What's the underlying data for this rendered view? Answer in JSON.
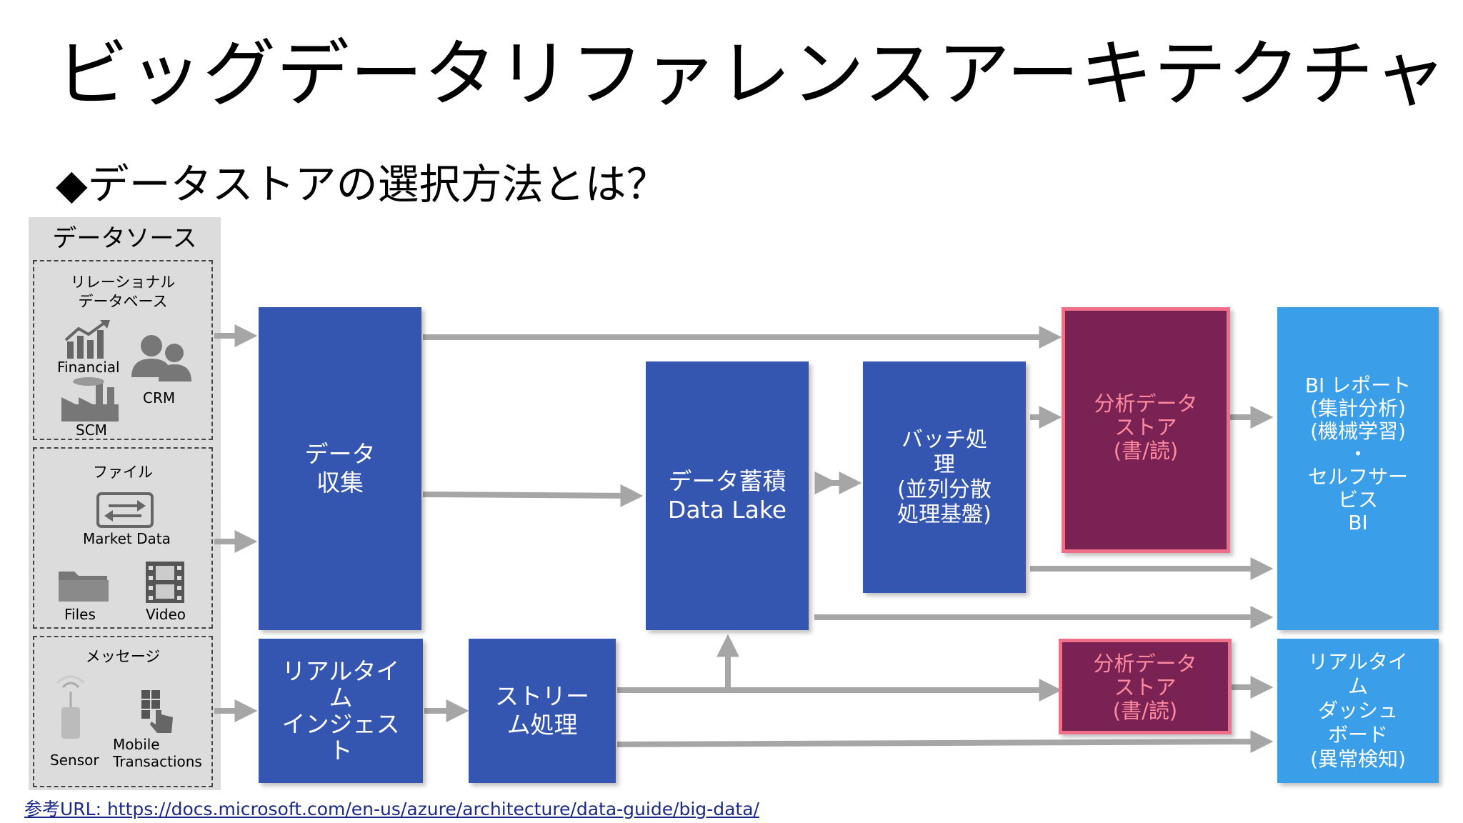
{
  "title": "ビッグデータリファレンスアーキテクチャ",
  "subtitle": "◆データストアの選択方法とは？",
  "sources": {
    "heading": "データソース",
    "relational": {
      "label": "リレーショナル\nデータベース",
      "items": [
        "Financial",
        "CRM",
        "SCM"
      ]
    },
    "files": {
      "label": "ファイル",
      "items": [
        "Market Data",
        "Files",
        "Video"
      ]
    },
    "messages": {
      "label": "メッセージ",
      "items": [
        "Sensor",
        "Mobile\nTransactions"
      ]
    }
  },
  "nodes": {
    "collect": "データ\n収集",
    "realtime_ingest": "リアルタイ\nム\nインジェス\nト",
    "stream": "ストリー\nム処理",
    "lake": "データ蓄積\nData Lake",
    "batch": "バッチ処\n理\n(並列分散\n処理基盤)",
    "store_top": "分析データ\nストア\n(書/読)",
    "store_bottom": "分析データ\nストア\n(書/読)",
    "bi": "BI レポート\n(集計分析)\n(機械学習)\n・\nセルフサー\nビス\nBI",
    "dashboard": "リアルタイ\nム\nダッシュ\nボード\n(異常検知)"
  },
  "footer": "参考URL: https://docs.microsoft.com/en-us/azure/architecture/data-guide/big-data/",
  "colors": {
    "box_blue": "#3456b0",
    "output_blue": "#3b9ee8",
    "store_fill": "#7a2254",
    "store_border": "#ef6f88",
    "store_text": "#ff8aa0",
    "arrow": "#a6a6a6"
  }
}
